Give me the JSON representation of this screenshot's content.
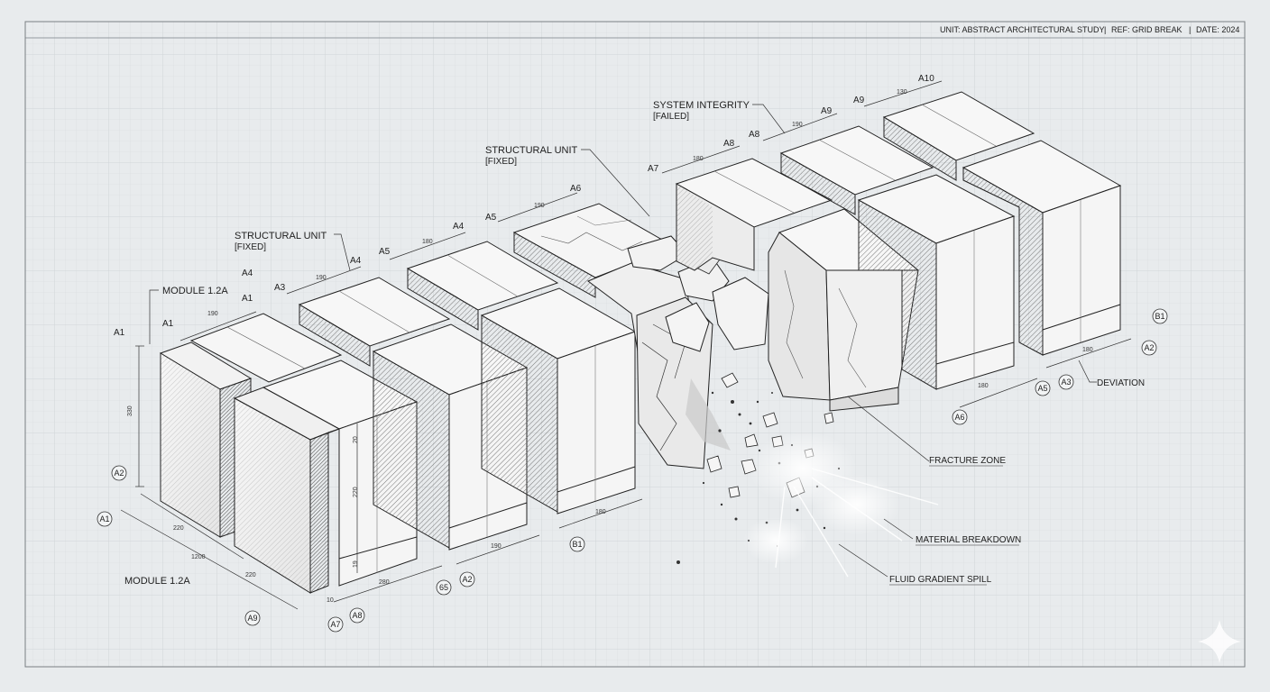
{
  "header": {
    "unit": "UNIT: ABSTRACT ARCHITECTURAL STUDY",
    "ref": "REF: GRID BREAK",
    "date": "DATE: 2024"
  },
  "callouts": {
    "module_top": "MODULE 1.2A",
    "module_bottom": "MODULE 1.2A",
    "structural_1_a": "STRUCTURAL UNIT",
    "structural_1_b": "[FIXED]",
    "structural_2_a": "STRUCTURAL UNIT",
    "structural_2_b": "[FIXED]",
    "integrity_a": "SYSTEM INTEGRITY",
    "integrity_b": "[FAILED]",
    "fracture": "FRACTURE ZONE",
    "breakdown": "MATERIAL BREAKDOWN",
    "spill": "FLUID GRADIENT SPILL",
    "deviation": "DEVIATION"
  },
  "top_labels": [
    "A1",
    "A1",
    "A3",
    "A4",
    "A4",
    "A5",
    "A5",
    "A6",
    "A7",
    "A8",
    "A8",
    "A9",
    "A9",
    "A10"
  ],
  "left_labels": [
    "A1",
    "A2",
    "A1"
  ],
  "dims": [
    "190",
    "190",
    "180",
    "190",
    "180",
    "190",
    "130",
    "180"
  ],
  "circled": [
    "A9",
    "A7",
    "A8",
    "65",
    "A2",
    "B1",
    "A6",
    "A5",
    "A3",
    "A2",
    "B1"
  ],
  "dim_vals": [
    "220",
    "1200",
    "220",
    "190",
    "180",
    "280",
    "10",
    "180"
  ],
  "vertical_dims": [
    "330",
    "220",
    "20",
    "19"
  ]
}
